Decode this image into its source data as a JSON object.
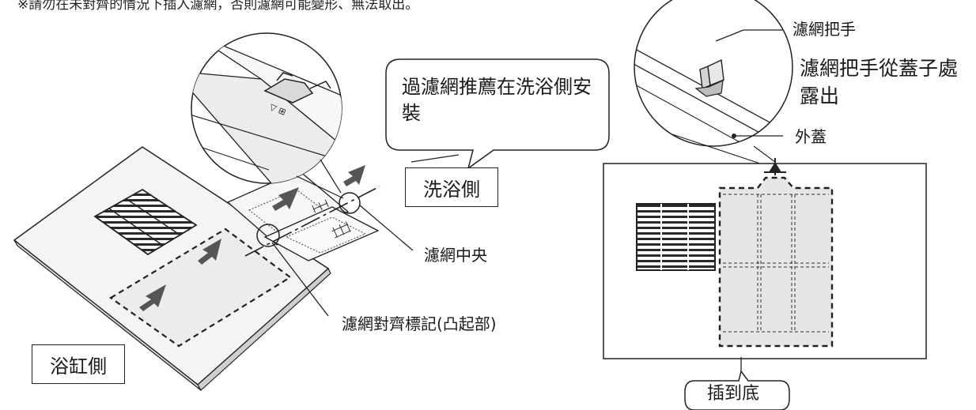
{
  "top_note": "※請勿在未對齊的情況下插入濾網，否則濾網可能變形、無法取出。",
  "labels": {
    "bathtub_side": "浴缸側",
    "wash_side": "洗浴側",
    "filter_center": "濾網中央",
    "alignment_mark": "濾網對齊標記(凸起部)",
    "handle": "濾網把手",
    "handle_note": "濾網把手從蓋子處露出",
    "outer_cover": "外蓋",
    "insert_fully": "插到底"
  },
  "callout": {
    "text": "過濾網推薦在洗浴側安裝"
  },
  "colors": {
    "line": "#222222",
    "arrow": "#555555",
    "panel_fill": "#f1f1f1",
    "filter_fill": "#e6e6e6"
  }
}
